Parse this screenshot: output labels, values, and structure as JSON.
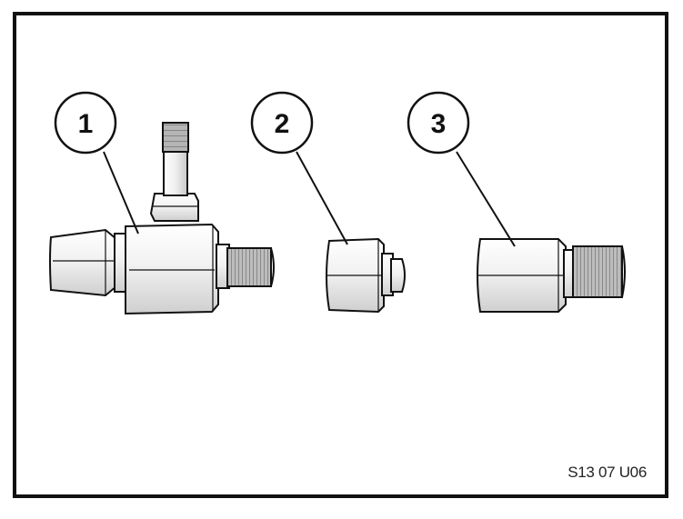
{
  "figure": {
    "code": "S13 07 U06",
    "callouts": [
      "1",
      "2",
      "3"
    ],
    "parts": [
      {
        "number": "1",
        "depicts": "tee-fitting-with-valve-stem"
      },
      {
        "number": "2",
        "depicts": "hex-cap-fitting"
      },
      {
        "number": "3",
        "depicts": "threaded-adapter"
      }
    ],
    "colors": {
      "line": "#111111",
      "fill": "#f4f4f4",
      "shade": "#d8d8d8",
      "thread": "#9a9a9a"
    }
  }
}
